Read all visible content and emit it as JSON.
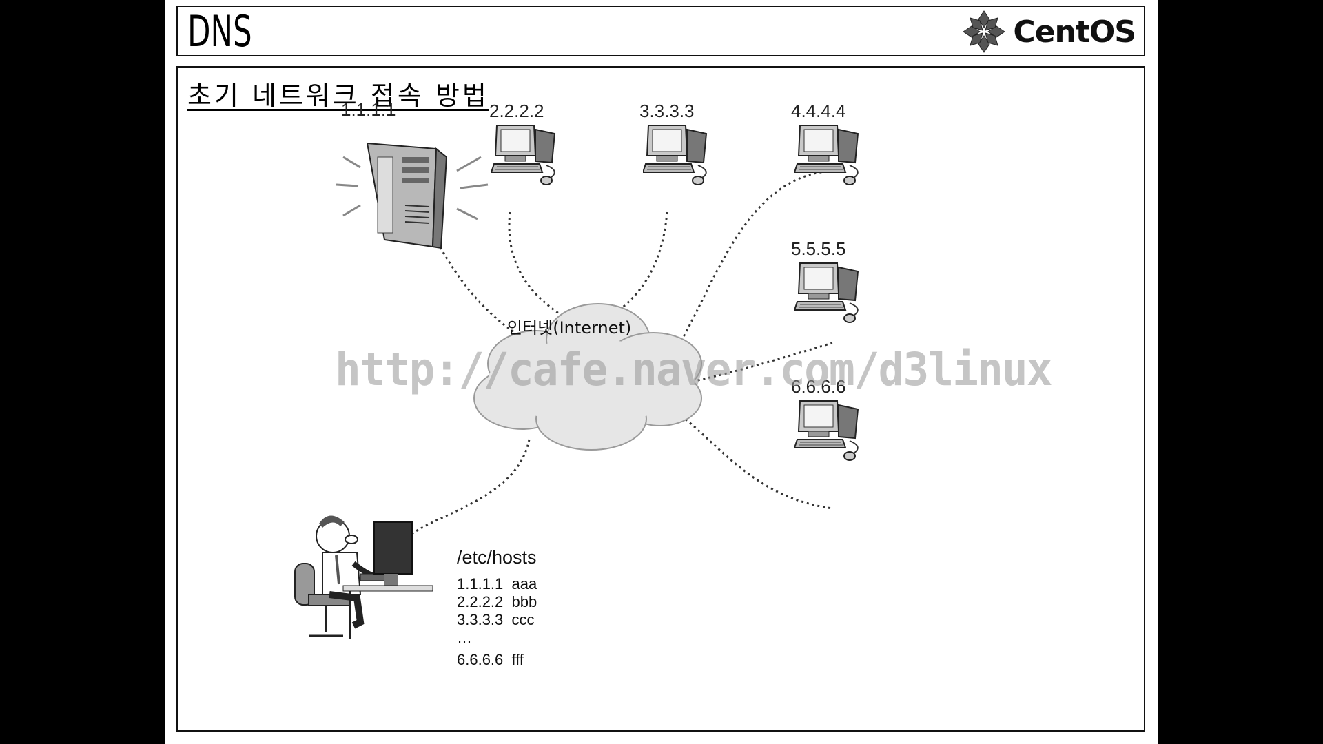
{
  "slide": {
    "title": "DNS",
    "logo_text": "CentOS",
    "subtitle": "초기 네트워크 접속 방법"
  },
  "diagram": {
    "server_label": "1.1.1.1",
    "pc_labels": [
      "2.2.2.2",
      "3.3.3.3",
      "4.4.4.4",
      "5.5.5.5",
      "6.6.6.6"
    ],
    "cloud_label": "인터넷(Internet)",
    "watermark": "http://cafe.naver.com/d3linux",
    "hosts_file": {
      "title": "/etc/hosts",
      "lines": [
        "1.1.1.1  aaa",
        "2.2.2.2  bbb",
        "3.3.3.3  ccc",
        "…",
        "6.6.6.6  fff"
      ]
    }
  }
}
